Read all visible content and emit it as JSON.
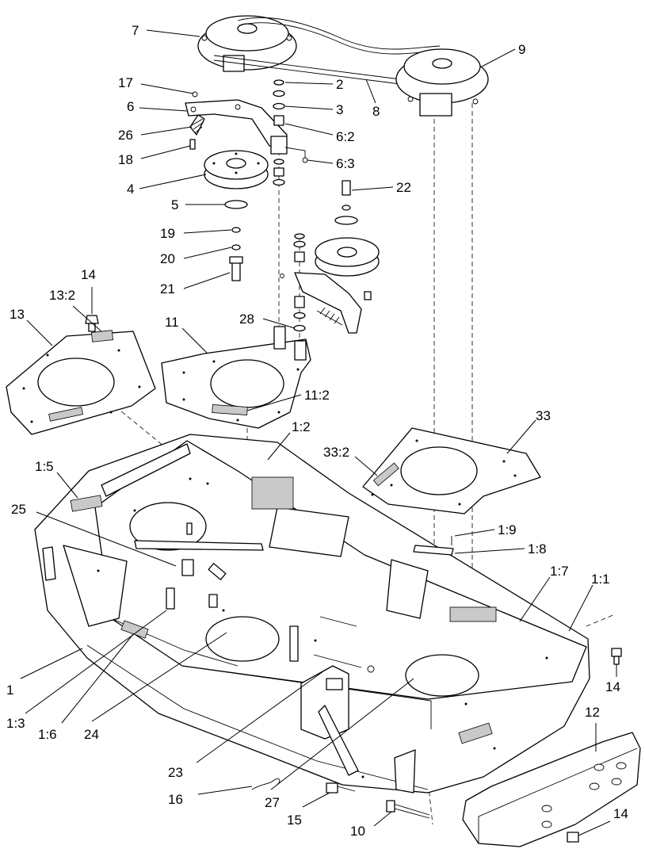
{
  "callouts": [
    {
      "id": "c7",
      "text": "7"
    },
    {
      "id": "c9",
      "text": "9"
    },
    {
      "id": "c17",
      "text": "17"
    },
    {
      "id": "c2",
      "text": "2"
    },
    {
      "id": "c6",
      "text": "6"
    },
    {
      "id": "c3",
      "text": "3"
    },
    {
      "id": "c8",
      "text": "8"
    },
    {
      "id": "c26",
      "text": "26"
    },
    {
      "id": "c6_2",
      "text": "6:2"
    },
    {
      "id": "c18",
      "text": "18"
    },
    {
      "id": "c6_3",
      "text": "6:3"
    },
    {
      "id": "c4",
      "text": "4"
    },
    {
      "id": "c22",
      "text": "22"
    },
    {
      "id": "c5",
      "text": "5"
    },
    {
      "id": "c19",
      "text": "19"
    },
    {
      "id": "c20",
      "text": "20"
    },
    {
      "id": "c21",
      "text": "21"
    },
    {
      "id": "c14a",
      "text": "14"
    },
    {
      "id": "c13_2",
      "text": "13:2"
    },
    {
      "id": "c13",
      "text": "13"
    },
    {
      "id": "c11",
      "text": "11"
    },
    {
      "id": "c28",
      "text": "28"
    },
    {
      "id": "c11_2",
      "text": "11:2"
    },
    {
      "id": "c1_2",
      "text": "1:2"
    },
    {
      "id": "c33",
      "text": "33"
    },
    {
      "id": "c33_2",
      "text": "33:2"
    },
    {
      "id": "c1_5",
      "text": "1:5"
    },
    {
      "id": "c25",
      "text": "25"
    },
    {
      "id": "c1_9",
      "text": "1:9"
    },
    {
      "id": "c1_8",
      "text": "1:8"
    },
    {
      "id": "c1_7",
      "text": "1:7"
    },
    {
      "id": "c1_1",
      "text": "1:1"
    },
    {
      "id": "c1",
      "text": "1"
    },
    {
      "id": "c14b",
      "text": "14"
    },
    {
      "id": "c1_3",
      "text": "1:3"
    },
    {
      "id": "c1_6",
      "text": "1:6"
    },
    {
      "id": "c24",
      "text": "24"
    },
    {
      "id": "c12",
      "text": "12"
    },
    {
      "id": "c23",
      "text": "23"
    },
    {
      "id": "c16",
      "text": "16"
    },
    {
      "id": "c27",
      "text": "27"
    },
    {
      "id": "c15",
      "text": "15"
    },
    {
      "id": "c10",
      "text": "10"
    },
    {
      "id": "c14c",
      "text": "14"
    }
  ]
}
